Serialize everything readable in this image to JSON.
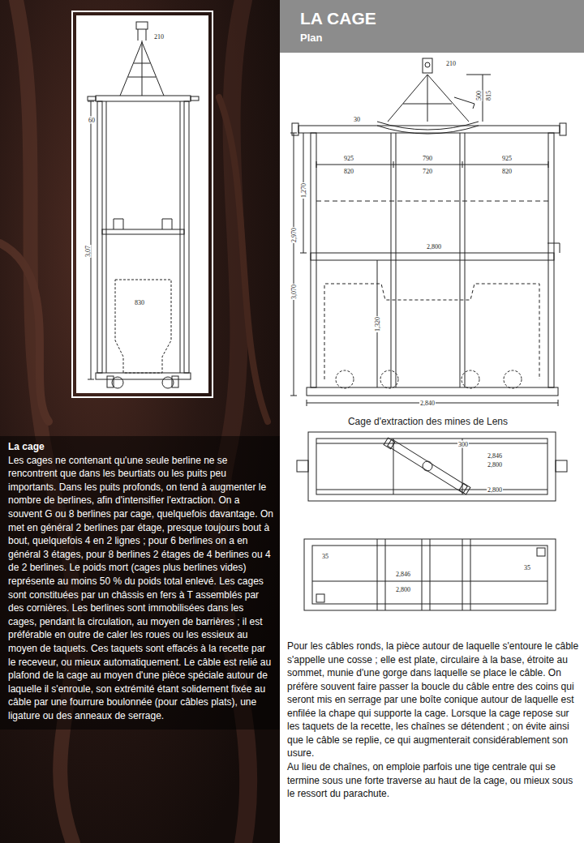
{
  "diagram": {
    "caption": "Cage d'extraction des mines de Lens",
    "nodes": [
      {
        "text": [
          "LA CAGE",
          "Plan"
        ]
      },
      {
        "text": [
          "La cage",
          "Les cages ne contenant qu'une seule berline ne se rencontrent que dans les beurtiats ou les puits peu importants. Dans les puits profonds, on tend à augmenter le nombre de berlines, afin d'intensifier l'extraction. On a souvent G ou 8 berlines par cage, quelquefois davantage. On met en général 2 berlines par étage, presque toujours bout à bout, quelquefois 4 en 2 lignes ; pour 6 berlines on a en général 3 étages, pour 8 berlines 2 étages de 4 berlines ou 4 de 2 berlines. Le poids mort (cages plus berlines vides) représente au moins 50 % du poids total enlevé. Les cages sont constituées par un châssis en fers à T assemblés par des cornières. Les berlines sont immobilisées dans les cages, pendant la circulation, au moyen de barrières ; il est préférable en outre de caler les roues ou les essieux au moyen de taquets. Ces taquets sont effacés à la recette par le receveur, ou mieux automatiquement. Le câble est relié au plafond de la cage au moyen d'une pièce spéciale autour de laquelle il s'enroule, son extrémité étant solidement fixée au câble par une fourrure boulonnée (pour câbles plats), une ligature ou des anneaux de serrage."
        ]
      }
    ],
    "labels": [
      "210",
      "60",
      "3,07",
      "830",
      "210",
      "500",
      "815",
      "30",
      "925",
      "820",
      "790",
      "720",
      "925",
      "820",
      "1,270",
      "3,070",
      "2,970",
      "2,800",
      "1,320",
      "2,840",
      "300",
      "2,846",
      "2,800",
      "2,800",
      "2,846",
      "2,800",
      "35",
      "35",
      "Pour les câbles ronds, la pièce autour de laquelle s'entoure le câble s'appelle une cosse ; elle est plate, circulaire à la base, étroite au sommet, munie d'une gorge dans laquelle se place le câble. On préfère souvent faire passer la boucle du câble entre des coins qui seront mis en serrage par une boîte conique autour de laquelle est enfilée la chape qui supporte la cage. Lorsque la cage repose sur les taquets de la recette, les chaînes se détendent ; on évite ainsi que le câble se replie, ce qui augmenterait considérablement son usure.",
      "Au lieu de chaînes, on emploie parfois une tige centrale qui se termine sous une forte traverse au haut de la cage, ou mieux sous le ressort du parachute."
    ]
  }
}
